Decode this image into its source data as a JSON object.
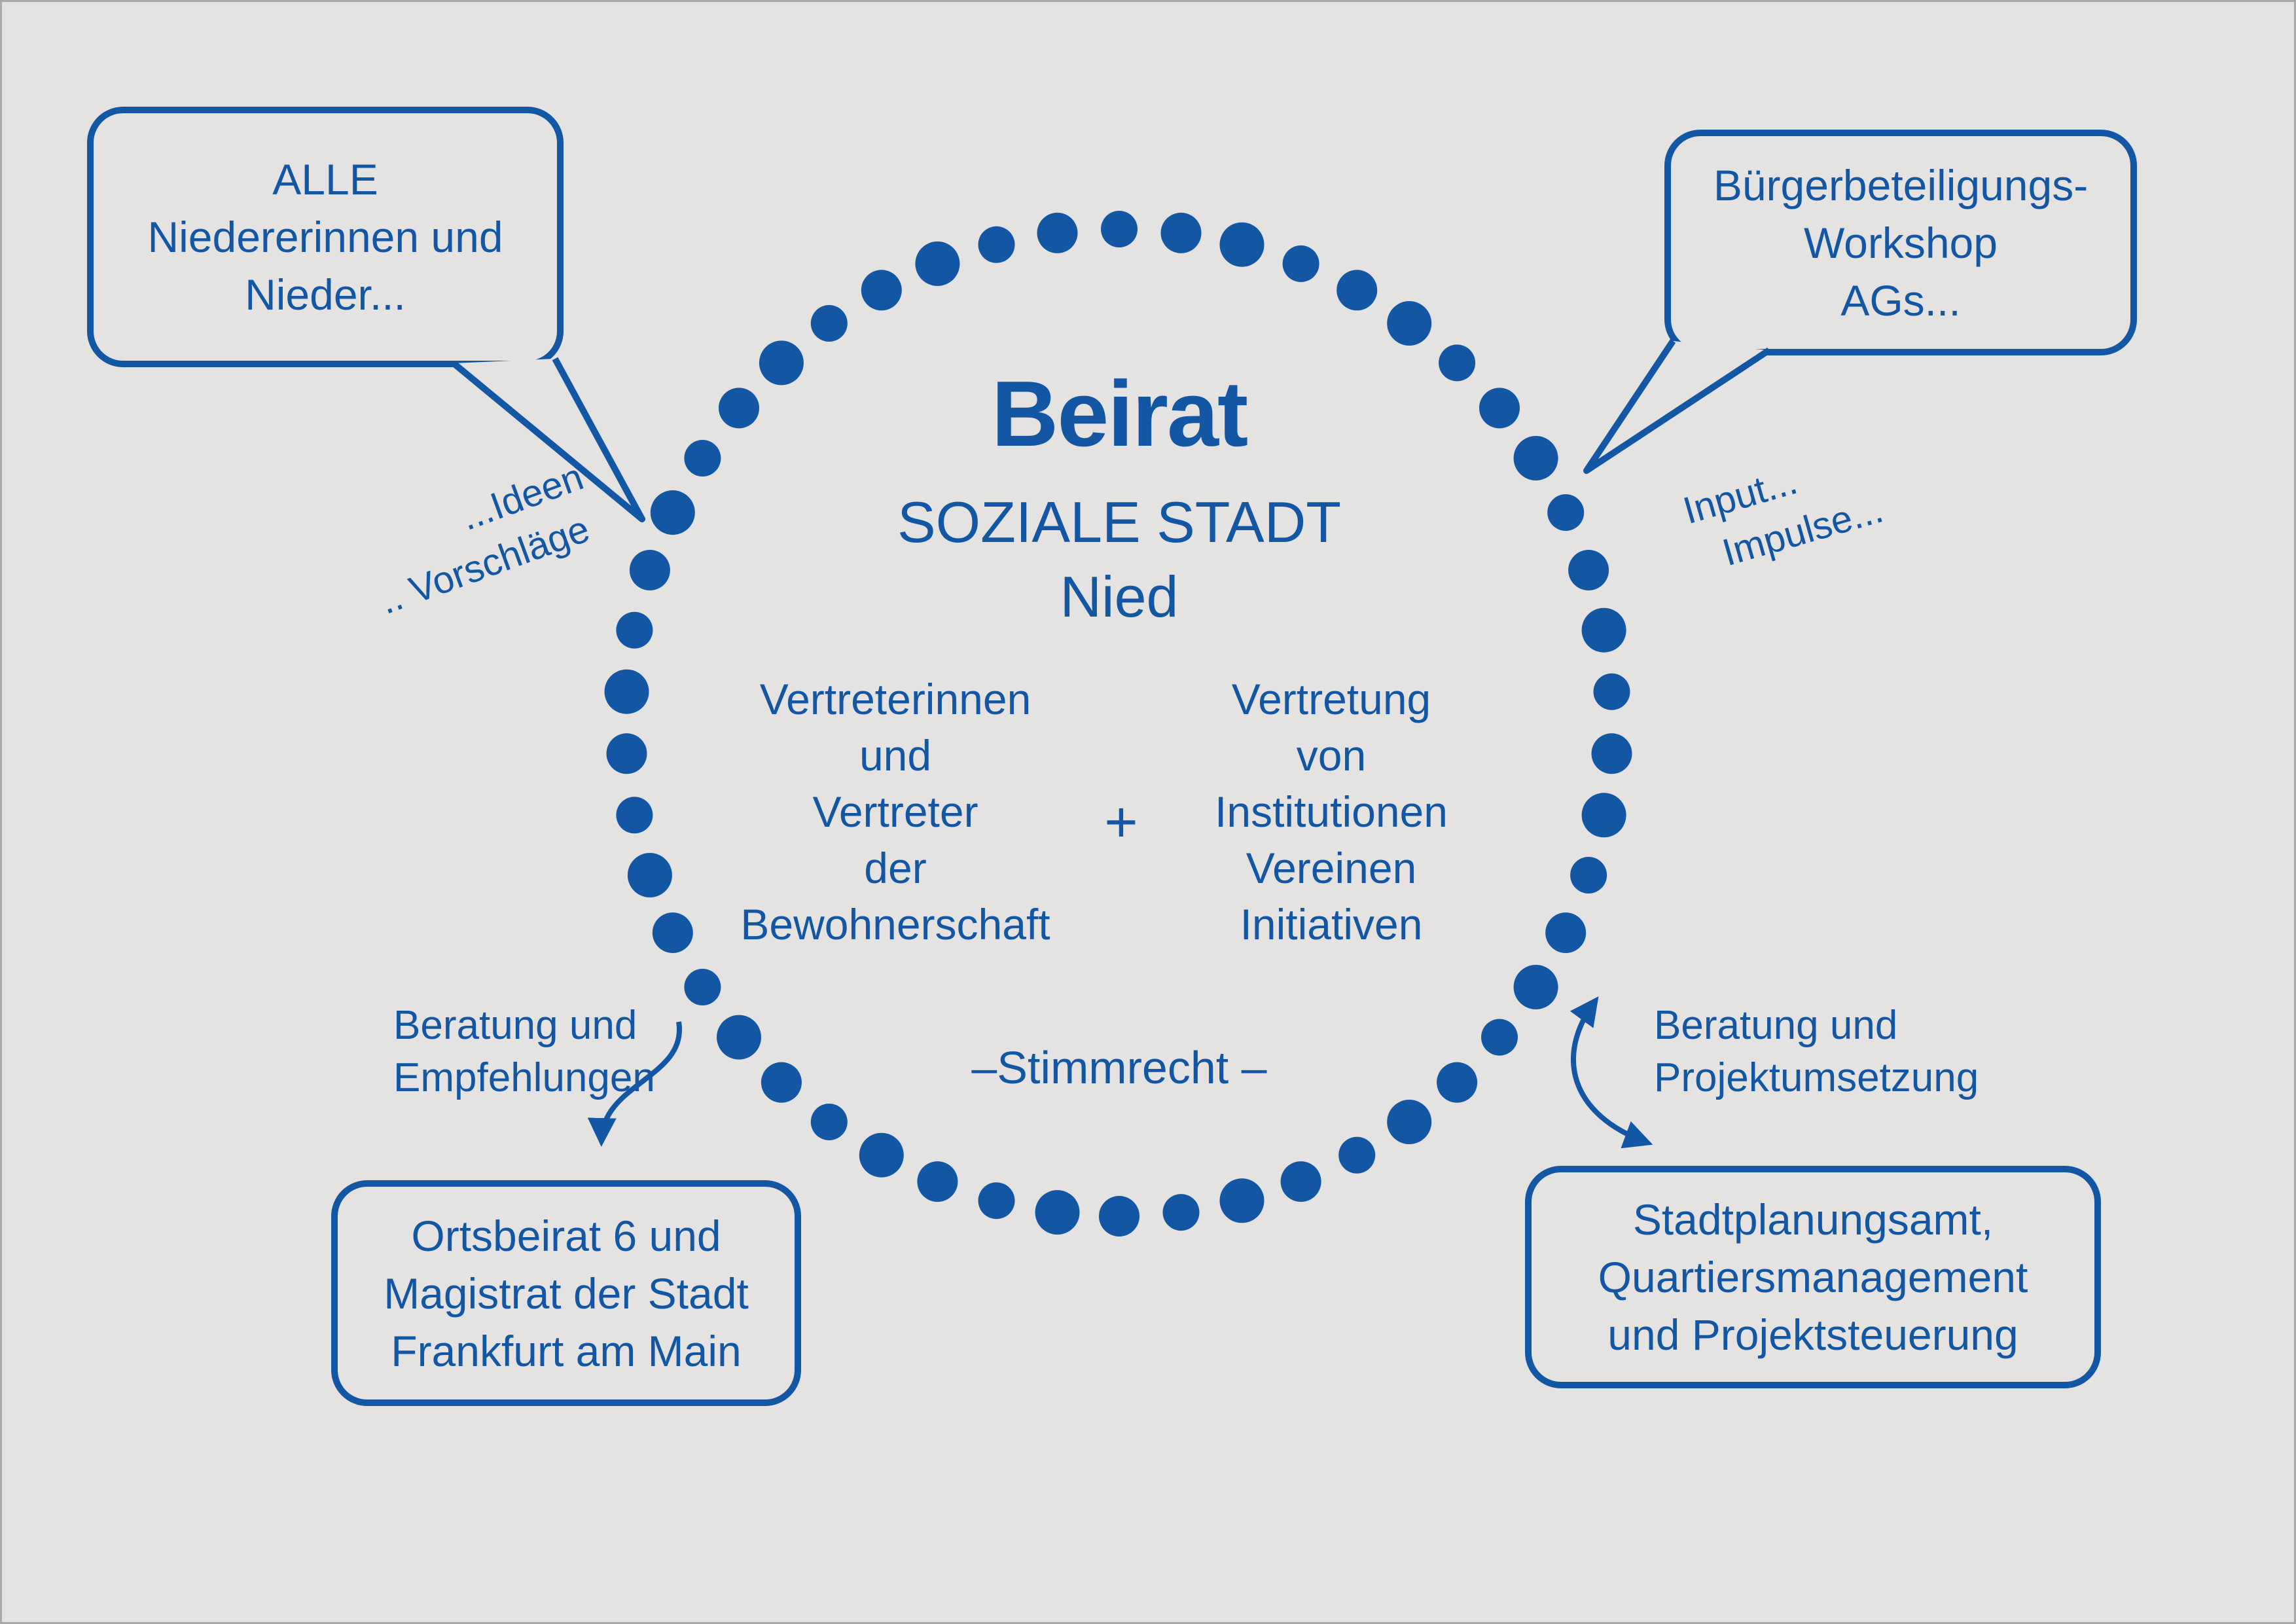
{
  "colors": {
    "background": "#e4e3e1",
    "blue": "#1256a4",
    "border": "#a8a8a8"
  },
  "ring": {
    "dot_count": 50
  },
  "center": {
    "title": "Beirat",
    "subtitle_line1": "SOZIALE STADT",
    "subtitle_line2": "Nied",
    "left_column": [
      "Vertreterinnen",
      "und",
      "Vertreter",
      "der",
      "Bewohnerschaft"
    ],
    "plus_sign": "+",
    "right_column": [
      "Vertretung",
      "von",
      "Institutionen",
      "Vereinen",
      "Initiativen"
    ],
    "voting_note": "–Stimmrecht  –"
  },
  "speech_bubbles": {
    "top_left": [
      "ALLE",
      "Niedererinnen und",
      "Nieder..."
    ],
    "top_right": [
      "Bürgerbeteiligungs-",
      "Workshop",
      "AGs..."
    ]
  },
  "boxes": {
    "bottom_left": [
      "Ortsbeirat 6 und",
      "Magistrat der Stadt",
      "Frankfurt am Main"
    ],
    "bottom_right": [
      "Stadtplanungsamt,",
      "Quartiersmanagement",
      "und Projektsteuerung"
    ]
  },
  "annotations": {
    "ideas": [
      "...Ideen",
      ".. Vorschläge"
    ],
    "input": [
      "Input...",
      "Impulse..."
    ],
    "advice_left": [
      "Beratung und",
      "Empfehlungen"
    ],
    "advice_right": [
      "Beratung und",
      "Projektumsetzung"
    ]
  }
}
